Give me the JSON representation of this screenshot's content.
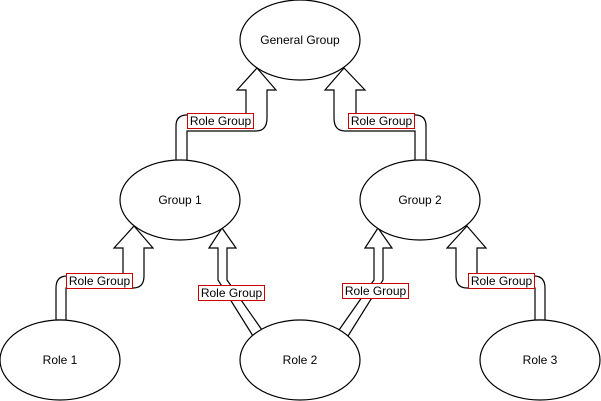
{
  "diagram": {
    "nodes": [
      {
        "id": "general",
        "label": "General Group"
      },
      {
        "id": "group1",
        "label": "Group 1"
      },
      {
        "id": "group2",
        "label": "Group 2"
      },
      {
        "id": "role1",
        "label": "Role 1"
      },
      {
        "id": "role2",
        "label": "Role 2"
      },
      {
        "id": "role3",
        "label": "Role 3"
      }
    ],
    "edges": [
      {
        "from": "group1",
        "to": "general",
        "label": "Role Group"
      },
      {
        "from": "group2",
        "to": "general",
        "label": "Role Group"
      },
      {
        "from": "role1",
        "to": "group1",
        "label": "Role Group"
      },
      {
        "from": "role2",
        "to": "group1",
        "label": "Role Group"
      },
      {
        "from": "role2",
        "to": "group2",
        "label": "Role Group"
      },
      {
        "from": "role3",
        "to": "group2",
        "label": "Role Group"
      }
    ],
    "colors": {
      "stroke": "#000000",
      "label_border": "#cc0000",
      "fill": "#ffffff"
    }
  }
}
